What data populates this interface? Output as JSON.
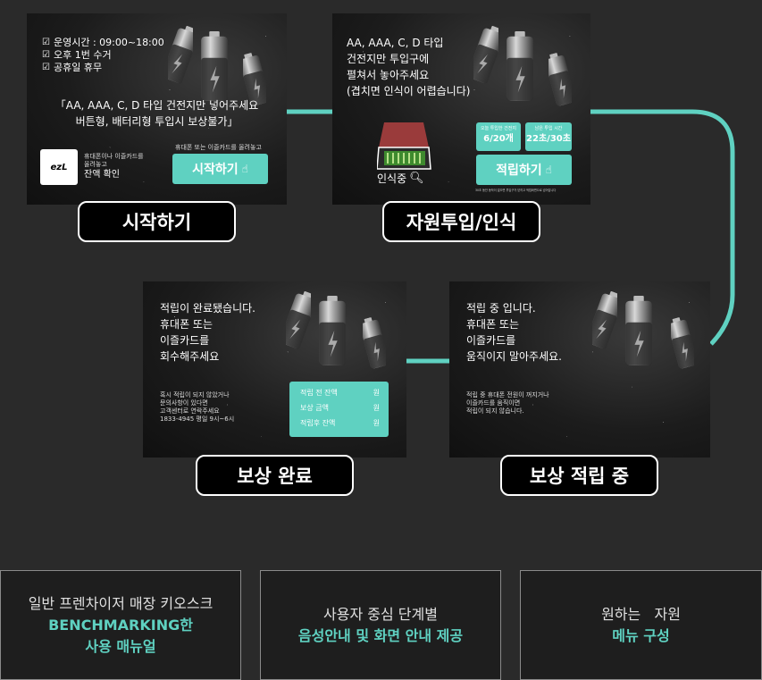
{
  "colors": {
    "accent": "#5fd1c1",
    "background": "#2a2a2a",
    "label_bg": "#000000"
  },
  "screens": {
    "start": {
      "bullets": [
        "운영시간 : 09:00~18:00",
        "오후 1번 수거",
        "공휴일 휴무"
      ],
      "notice_line1": "「AA, AAA, C, D 타입 건전지만 넣어주세요",
      "notice_line2": "버튼형, 배터리형 투입시 보상불가」",
      "logo_text": "ezL",
      "balance_small_line1": "휴대폰이나 이즐카드를",
      "balance_small_line2": "올려놓고",
      "balance_label": "잔액 확인",
      "start_hint": "휴대폰 또는 이즐카드를 올려놓고",
      "start_button": "시작하기"
    },
    "insert": {
      "line1": "AA, AAA, C, D 타입",
      "line2": "건전지만 투입구에",
      "line3": "펼쳐서 놓아주세요",
      "line4": "(겹치면 인식이 어렵습니다)",
      "recognizing": "인식중",
      "today_label": "오늘 투입한 건전지",
      "today_value": "6/20개",
      "time_label": "남은 투입 시간",
      "time_value": "22초/30초",
      "accumulate_button": "적립하기",
      "footnote": "30초 동안 동작이 없으면 투입구가 닫히고 적립화면으로 넘어갑니다"
    },
    "accumulating": {
      "line1": "적립 중 입니다.",
      "line2": "휴대폰 또는",
      "line3": "이즐카드를",
      "line4": "움직이지 말아주세요.",
      "small1": "적립 중 휴대폰 전원이 꺼지거나",
      "small2": "이즐카드를 움직이면",
      "small3": "적립이 되지 않습니다."
    },
    "done": {
      "line1": "적립이 완료됐습니다.",
      "line2": "휴대폰 또는",
      "line3": "이즐카드를",
      "line4": "회수해주세요",
      "small1": "혹시 적립이 되지 않았거나",
      "small2": "문의사항이 있다면",
      "small3": "고객센터로 연락주세요",
      "small4": "1833-4945 평일 9시~6시",
      "rows": [
        {
          "label": "적립 전 잔액",
          "unit": "원"
        },
        {
          "label": "보상 금액",
          "unit": "원"
        },
        {
          "label": "적립후 잔액",
          "unit": "원"
        }
      ]
    }
  },
  "stages": {
    "start": "시작하기",
    "insert": "자원투입/인식",
    "accumulating": "보상 적립 중",
    "done": "보상 완료"
  },
  "features": [
    {
      "line1": "일반 프렌차이저 매장 키오스크",
      "accent1": "BENCHMARKING한",
      "accent2": "사용 매뉴얼"
    },
    {
      "line1": "사용자 중심 단계별",
      "accent1": "음성안내 및 화면 안내 제공"
    },
    {
      "line1": "원하는   자원",
      "accent1": "메뉴 구성"
    }
  ]
}
